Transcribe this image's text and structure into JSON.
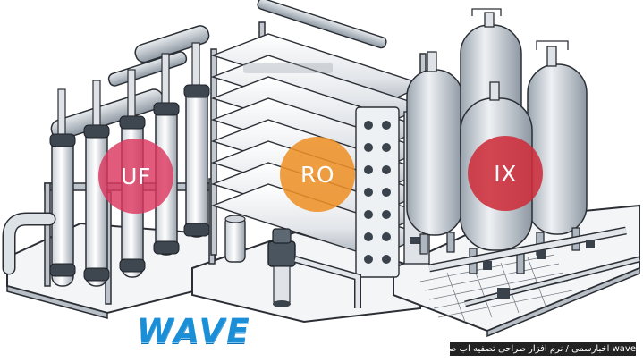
{
  "badges": {
    "uf": {
      "label": "UF",
      "color": "#dc375f"
    },
    "ro": {
      "label": "RO",
      "color": "#ee9128"
    },
    "ix": {
      "label": "IX",
      "color": "#cd2d3a"
    }
  },
  "logo": {
    "text": "WAVE",
    "color": "#1a8fd8"
  },
  "caption": {
    "text": "wave اخبارسمی / نرم افزار طراحی تصفیه اب صنعتی"
  },
  "icons": [
    "uf-membrane-rack-illustration",
    "ro-pressure-vessel-rack-illustration",
    "ix-tank-illustration",
    "watermark-logo"
  ]
}
